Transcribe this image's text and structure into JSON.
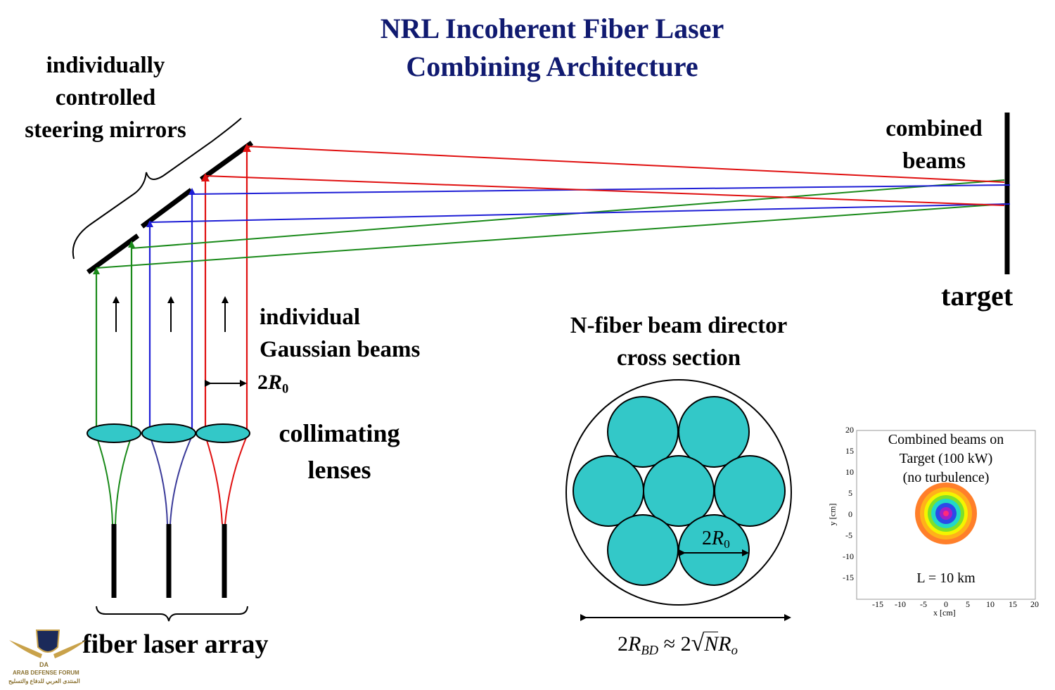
{
  "title": [
    "NRL Incoherent Fiber Laser",
    "Combining Architecture"
  ],
  "labels": {
    "mirrors": [
      "individually",
      "controlled",
      "steering mirrors"
    ],
    "combined": [
      "combined",
      "beams"
    ],
    "target": "target",
    "gaussian": [
      "individual",
      "Gaussian beams"
    ],
    "two": "2",
    "R": "R",
    "zero": "0",
    "collimating": [
      "collimating",
      "lenses"
    ],
    "fiber_array": "fiber laser array",
    "director": [
      "N-fiber beam director",
      "cross section"
    ],
    "rbd_two": "2",
    "rbd_R": "R",
    "rbd_sub": "BD",
    "rbd_approx": "≈ 2",
    "rbd_N": "N",
    "rbd_R2": "R",
    "rbd_o": "o"
  },
  "inset": {
    "title": [
      "Combined beams on",
      "Target (100 kW)",
      "(no turbulence)"
    ],
    "footer": "L = 10 km",
    "x_label": "x [cm]",
    "y_label": "y [cm]",
    "x_ticks": [
      "-15",
      "-10",
      "-5",
      "0",
      "5",
      "10",
      "15",
      "20"
    ],
    "y_ticks": [
      "20",
      "15",
      "10",
      "5",
      "0",
      "-5",
      "-10",
      "-15"
    ]
  },
  "logo": {
    "line1": "ARAB DEFENSE FORUM",
    "line2": "المنتدى العربي للدفاع والتسليح",
    "mark": "DA"
  },
  "colors": {
    "title": "#101a70",
    "green": "#1a8a1a",
    "blue": "#1f1fd6",
    "red": "#e01010",
    "lens": "#33c8c8",
    "navy_fiber": "#3a3a99"
  }
}
